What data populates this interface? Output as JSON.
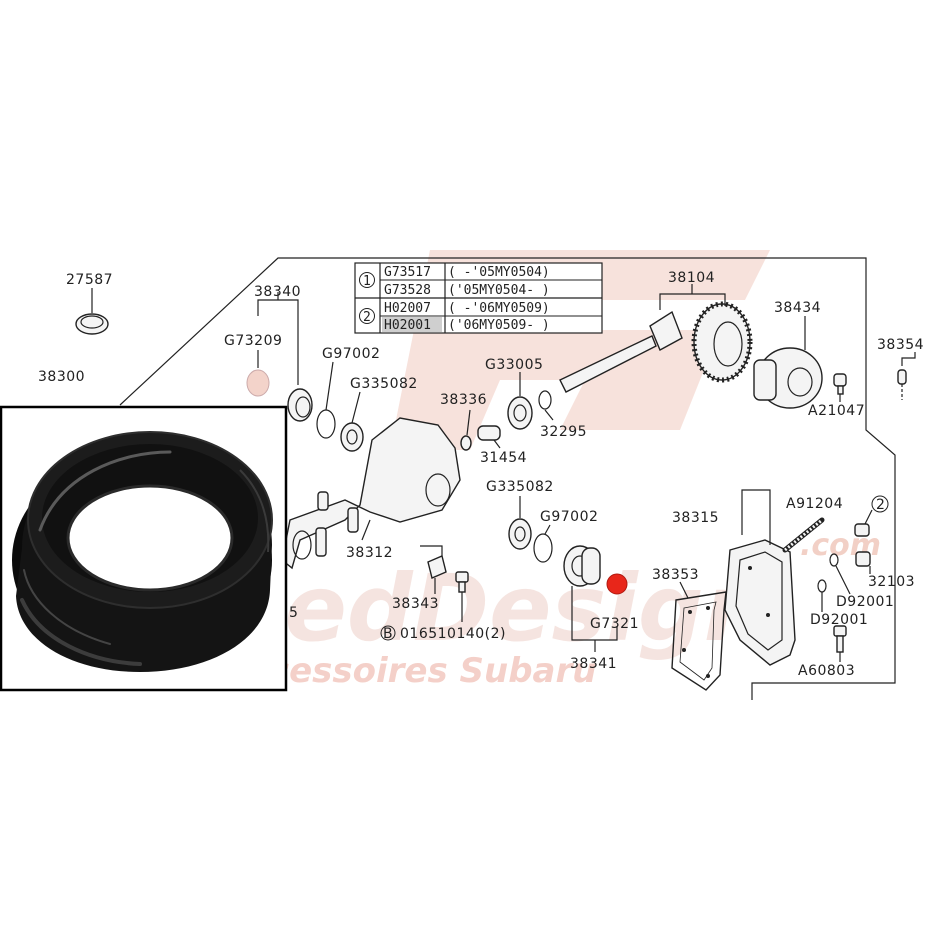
{
  "watermark": {
    "brand": "SpeedDesign",
    "tagline": "pièces & accessoires Subaru",
    "domain": ".com",
    "color": "#f3c9c0"
  },
  "diagram": {
    "highlight_color": "#e8261a",
    "labels": {
      "p27587": "27587",
      "p38300": "38300",
      "p38340": "38340",
      "g73209": "G73209",
      "g97002_a": "G97002",
      "g335082_a": "G335082",
      "p38336": "38336",
      "g33005": "G33005",
      "p32295": "32295",
      "p31454": "31454",
      "p38104": "38104",
      "p38434": "38434",
      "p38354": "38354",
      "a21047": "A21047",
      "g335082_b": "G335082",
      "g97002_b": "G97002",
      "p38312": "38312",
      "p38343": "38343",
      "bolt_ref": "016510140(2)",
      "bolt_circle": "B",
      "g7321": "G7321",
      "p38341": "38341",
      "p38353": "38353",
      "p38315": "38315",
      "a91204": "A91204",
      "p32103": "32103",
      "d92001_a": "D92001",
      "d92001_b": "D92001",
      "a60803": "A60803",
      "mark2": "2",
      "p35": "5"
    },
    "table": {
      "rows": [
        {
          "group": "1",
          "part": "G73517",
          "range": "(      -'05MY0504)"
        },
        {
          "group": "",
          "part": "G73528",
          "range": "('05MY0504-      )"
        },
        {
          "group": "2",
          "part": "H02007",
          "range": "(      -'06MY0509)"
        },
        {
          "group": "",
          "part": "H02001",
          "range": "('06MY0509-      )"
        }
      ]
    }
  },
  "inset": {
    "subject": "oil-seal-photo"
  }
}
